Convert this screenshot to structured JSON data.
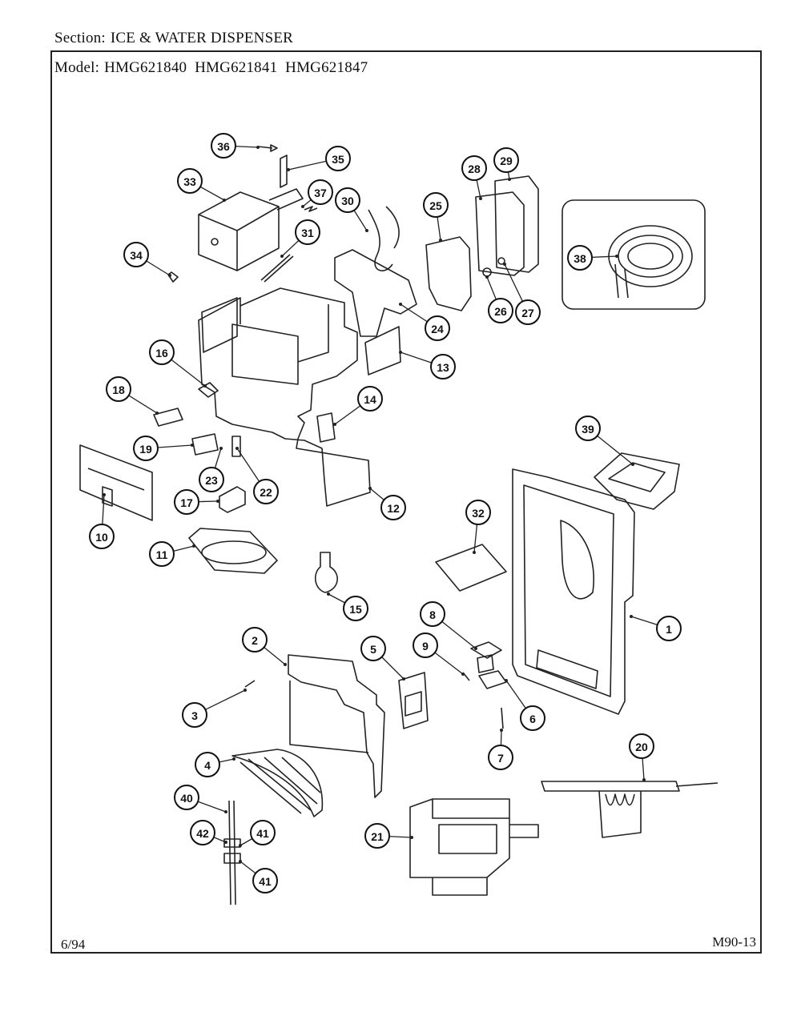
{
  "header": {
    "section_label": "Section:",
    "section_value": "ICE & WATER DISPENSER",
    "model_label": "Model:",
    "models": "HMG621840  HMG621841  HMG621847"
  },
  "footer": {
    "date": "6/94",
    "page_id": "M90-13"
  },
  "callouts": [
    "36",
    "35",
    "33",
    "37",
    "34",
    "31",
    "30",
    "25",
    "28",
    "29",
    "38",
    "24",
    "27",
    "26",
    "13",
    "16",
    "18",
    "14",
    "19",
    "23",
    "22",
    "12",
    "17",
    "10",
    "39",
    "11",
    "32",
    "15",
    "1",
    "8",
    "9",
    "2",
    "5",
    "3",
    "6",
    "7",
    "4",
    "20",
    "40",
    "42",
    "41",
    "41",
    "21"
  ]
}
